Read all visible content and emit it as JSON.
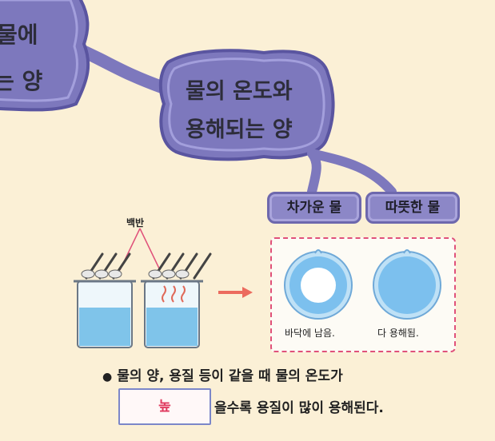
{
  "left_cloud": {
    "line1": "물에",
    "line2": "는 양"
  },
  "main_cloud": {
    "line1": "물의 온도와",
    "line2": "용해되는 양"
  },
  "tags": {
    "cold": "차가운 물",
    "warm": "따뜻한 물"
  },
  "diagram": {
    "label": "백반"
  },
  "results": {
    "cold_caption": "바닥에 남음.",
    "warm_caption": "다 용해됨."
  },
  "statement": {
    "bullet": "●",
    "line1": "물의 양, 용질 등이 같을 때 물의 온도가",
    "answer": "높",
    "line2_rest": "을수록 용질이 많이 용해된다."
  },
  "colors": {
    "cloud_fill": "#7d78bd",
    "cloud_border": "#5a55a0",
    "background": "#fbf0d6",
    "dashed_border": "#e0517a",
    "answer_text": "#e03a5f"
  }
}
